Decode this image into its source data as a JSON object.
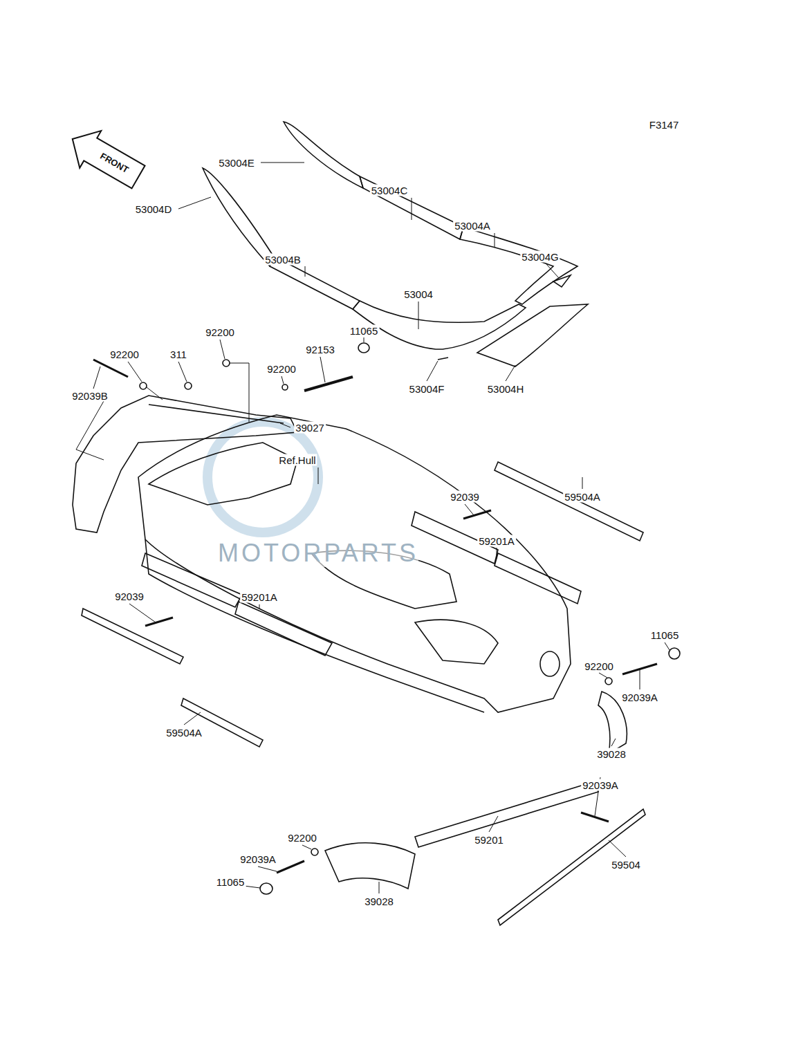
{
  "diagram": {
    "nodes": [
      {
        "text": [
          "FRONT"
        ]
      }
    ],
    "labels": [
      "F3147",
      "53004E",
      "53004C",
      "53004A",
      "53004D",
      "53004B",
      "53004G",
      "53004",
      "11065",
      "92200",
      "92153",
      "92200",
      "311",
      "92200",
      "92039B",
      "53004F",
      "53004H",
      "39027",
      "Ref.Hull",
      "92039",
      "59504A",
      "59201A",
      "11065",
      "92200",
      "92039A",
      "92039",
      "59201A",
      "59504A",
      "39028",
      "92039A",
      "59201",
      "92200",
      "92039A",
      "59504",
      "11065",
      "39028",
      "MOTORPARTS"
    ]
  }
}
